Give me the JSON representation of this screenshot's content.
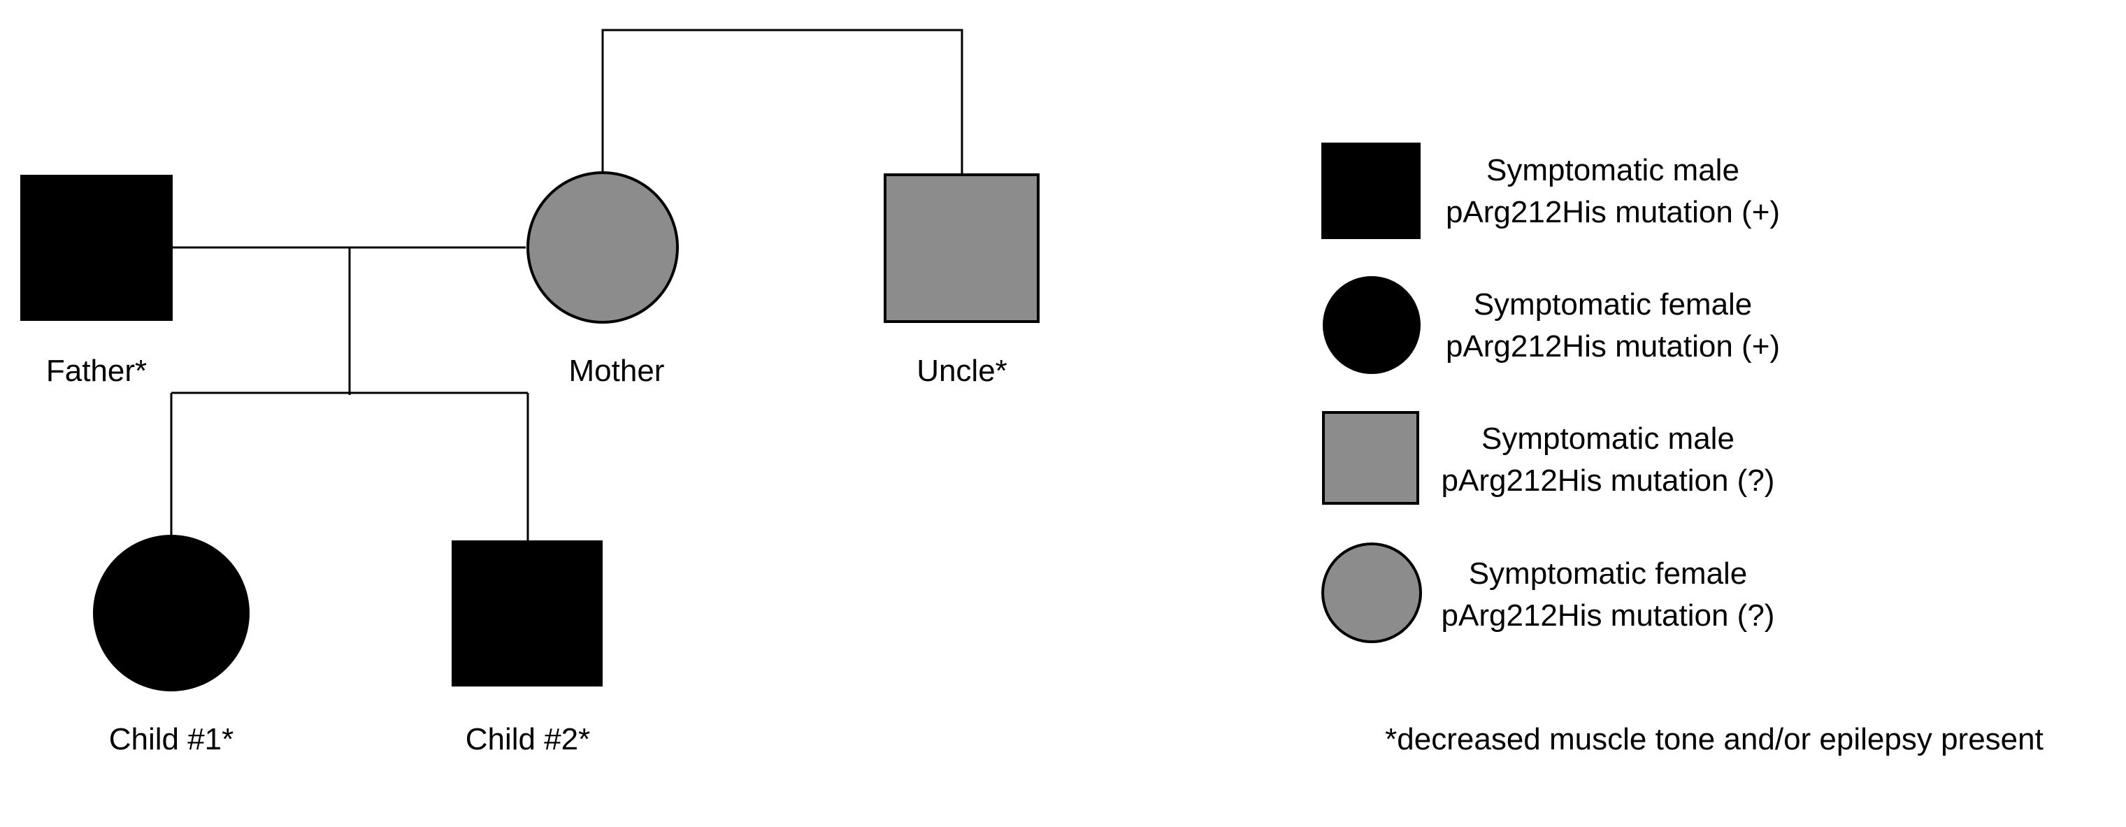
{
  "colors": {
    "confirmed": "#000000",
    "unconfirmed": "#8c8c8c",
    "line": "#000000",
    "background": "#ffffff"
  },
  "pedigree": {
    "members": [
      {
        "id": "father",
        "label": "Father*",
        "sex": "male",
        "status": "confirmed"
      },
      {
        "id": "mother",
        "label": "Mother",
        "sex": "female",
        "status": "unconfirmed"
      },
      {
        "id": "uncle",
        "label": "Uncle*",
        "sex": "male",
        "status": "unconfirmed"
      },
      {
        "id": "child1",
        "label": "Child #1*",
        "sex": "female",
        "status": "confirmed"
      },
      {
        "id": "child2",
        "label": "Child #2*",
        "sex": "male",
        "status": "confirmed"
      }
    ]
  },
  "legend": {
    "items": [
      {
        "line1": "Symptomatic male",
        "line2": "pArg212His mutation (+)",
        "sex": "male",
        "status": "confirmed"
      },
      {
        "line1": "Symptomatic female",
        "line2": "pArg212His mutation (+)",
        "sex": "female",
        "status": "confirmed"
      },
      {
        "line1": "Symptomatic male",
        "line2": "pArg212His mutation (?)",
        "sex": "male",
        "status": "unconfirmed"
      },
      {
        "line1": "Symptomatic female",
        "line2": "pArg212His mutation (?)",
        "sex": "female",
        "status": "unconfirmed"
      }
    ],
    "footnote": "*decreased muscle tone and/or epilepsy present"
  }
}
